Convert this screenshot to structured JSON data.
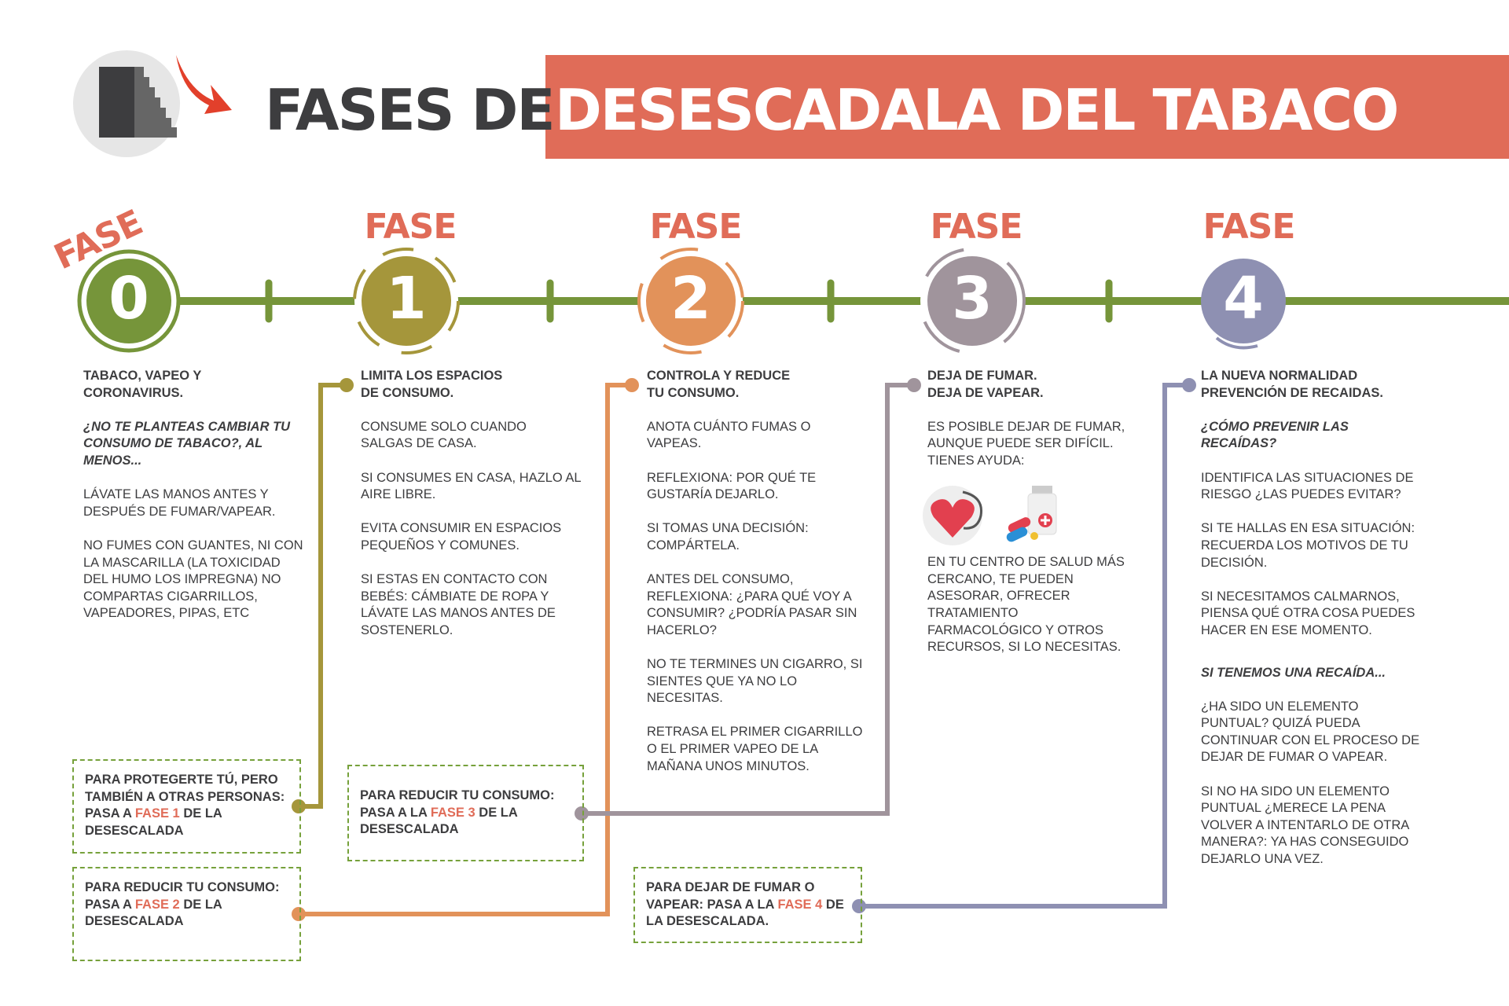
{
  "header": {
    "title_dark": "FASES DE",
    "title_highlight": "DESESCADALA DEL TABACO",
    "icon": "stairs-down-arrow-icon"
  },
  "colors": {
    "accent": "#e06c58",
    "phase0": "#76953a",
    "phase1": "#a5963b",
    "phase2": "#e2925a",
    "phase3": "#a0949c",
    "phase4": "#8e90b2",
    "timeline": "#76953a"
  },
  "phases": [
    {
      "label": "FASE",
      "number": "0",
      "title": [
        "TABACO, VAPEO Y",
        "CORONAVIRUS."
      ],
      "paragraphs": [
        {
          "style": "it",
          "text": "¿NO TE PLANTEAS CAMBIAR TU CONSUMO DE TABACO?, AL MENOS..."
        },
        {
          "text": "LÁVATE LAS MANOS ANTES Y DESPUÉS DE FUMAR/VAPEAR."
        },
        {
          "text": "NO FUMES CON GUANTES, NI CON LA MASCARILLA (LA TOXICIDAD DEL HUMO LOS IMPREGNA) NO COMPARTAS CIGARRILLOS, VAPEADORES, PIPAS, ETC"
        }
      ]
    },
    {
      "label": "FASE",
      "number": "1",
      "title": [
        "LIMITA LOS ESPACIOS",
        "DE CONSUMO."
      ],
      "paragraphs": [
        {
          "text": "CONSUME SOLO CUANDO SALGAS DE CASA."
        },
        {
          "text": "SI CONSUMES EN CASA, HAZLO AL AIRE LIBRE."
        },
        {
          "text": "EVITA CONSUMIR EN ESPACIOS PEQUEÑOS Y COMUNES."
        },
        {
          "text": "SI ESTAS EN CONTACTO CON BEBÉS: CÁMBIATE DE ROPA Y LÁVATE LAS MANOS ANTES DE SOSTENERLO."
        }
      ]
    },
    {
      "label": "FASE",
      "number": "2",
      "title": [
        "CONTROLA Y REDUCE",
        "TU CONSUMO."
      ],
      "paragraphs": [
        {
          "text": "ANOTA CUÁNTO FUMAS O VAPEAS."
        },
        {
          "text": "REFLEXIONA: POR QUÉ TE GUSTARÍA DEJARLO."
        },
        {
          "text": "SI TOMAS UNA DECISIÓN: COMPÁRTELA."
        },
        {
          "text": "ANTES DEL CONSUMO, REFLEXIONA: ¿PARA QUÉ VOY A CONSUMIR? ¿PODRÍA PASAR SIN HACERLO?"
        },
        {
          "text": "NO TE TERMINES UN CIGARRO, SI SIENTES QUE YA NO LO NECESITAS."
        },
        {
          "text": "RETRASA EL PRIMER CIGARRILLO O EL PRIMER VAPEO DE LA MAÑANA UNOS MINUTOS."
        }
      ]
    },
    {
      "label": "FASE",
      "number": "3",
      "title": [
        "DEJA DE FUMAR.",
        "DEJA DE VAPEAR."
      ],
      "paragraphs": [
        {
          "text": "ES POSIBLE DEJAR DE FUMAR, AUNQUE PUEDE SER DIFÍCIL. TIENES AYUDA:"
        },
        {
          "text": "EN TU CENTRO DE SALUD MÁS CERCANO, TE PUEDEN ASESORAR, OFRECER TRATAMIENTO FARMACOLÓGICO Y OTROS RECURSOS, SI LO NECESITAS."
        }
      ]
    },
    {
      "label": "FASE",
      "number": "4",
      "title": [
        "LA NUEVA NORMALIDAD",
        "PREVENCIÓN DE RECAIDAS."
      ],
      "paragraphs": [
        {
          "style": "it",
          "text": "¿CÓMO PREVENIR LAS RECAÍDAS?"
        },
        {
          "text": "IDENTIFICA LAS SITUACIONES DE RIESGO ¿LAS PUEDES EVITAR?"
        },
        {
          "text": "SI TE HALLAS EN ESA SITUACIÓN: RECUERDA LOS MOTIVOS DE TU DECISIÓN."
        },
        {
          "text": "SI NECESITAMOS CALMARNOS, PIENSA QUÉ OTRA COSA PUEDES HACER EN ESE MOMENTO."
        },
        {
          "style": "it",
          "text": "SI TENEMOS UNA RECAÍDA..."
        },
        {
          "text": "¿HA SIDO UN ELEMENTO PUNTUAL? QUIZÁ PUEDA CONTINUAR CON EL PROCESO DE DEJAR DE FUMAR O VAPEAR."
        },
        {
          "text": "SI NO HA SIDO UN ELEMENTO PUNTUAL ¿MERECE LA PENA VOLVER A INTENTARLO DE OTRA MANERA?: YA HAS CONSEGUIDO DEJARLO UNA VEZ."
        }
      ]
    }
  ],
  "boxes": [
    {
      "pre": "PARA PROTEGERTE TÚ, PERO TAMBIÉN A OTRAS PERSONAS: PASA A ",
      "hl": "FASE 1",
      "post": " DE LA DESESCALADA"
    },
    {
      "pre": "PARA REDUCIR TU CONSUMO: PASA A ",
      "hl": "FASE 2",
      "post": " DE LA DESESCALADA"
    },
    {
      "pre": "PARA REDUCIR TU CONSUMO: PASA A LA ",
      "hl": "FASE 3",
      "post": " DE LA DESESCALADA"
    },
    {
      "pre": "PARA DEJAR DE FUMAR O VAPEAR: PASA A LA ",
      "hl": "FASE 4",
      "post": " DE LA DESESCALADA."
    }
  ]
}
